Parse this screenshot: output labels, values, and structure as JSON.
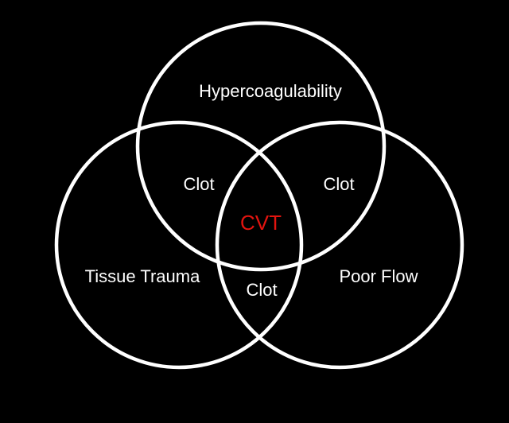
{
  "colors": {
    "background": "#000000",
    "circle_stroke": "#ffffff",
    "label_text": "#ffffff",
    "center_text": "#e3140f"
  },
  "sets": {
    "top": "Hypercoagulability",
    "left": "Tissue Trauma",
    "right": "Poor Flow"
  },
  "intersections": {
    "top_left": "Clot",
    "top_right": "Clot",
    "left_right": "Clot",
    "center": "CVT"
  }
}
